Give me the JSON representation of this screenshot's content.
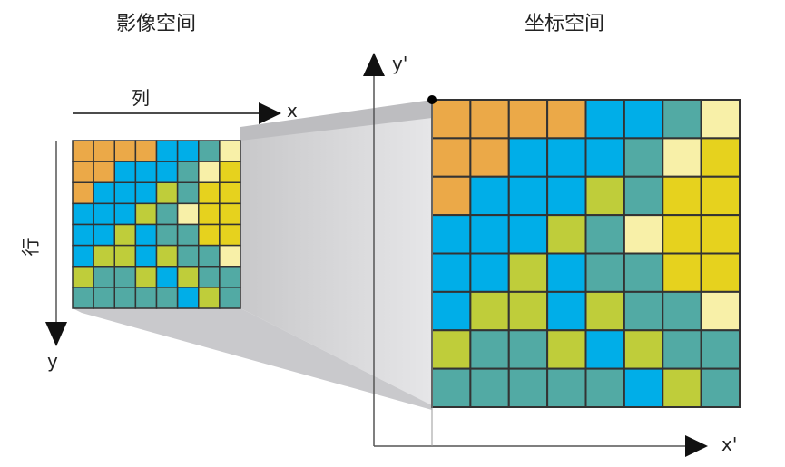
{
  "titles": {
    "image_space": "影像空间",
    "coordinate_space": "坐标空间"
  },
  "image_axes": {
    "column_label": "列",
    "row_label": "行",
    "x_label": "x",
    "y_label": "y"
  },
  "map_axes": {
    "x_label": "x'",
    "y_label": "y'"
  },
  "colors": {
    "O": "#eba948",
    "B": "#00aee8",
    "T": "#52aaa4",
    "P": "#f8f0a8",
    "Y": "#e6d21e",
    "G": "#bfcd3a"
  },
  "grid": [
    [
      "O",
      "O",
      "O",
      "O",
      "B",
      "B",
      "T",
      "P"
    ],
    [
      "O",
      "O",
      "B",
      "B",
      "B",
      "T",
      "P",
      "Y"
    ],
    [
      "O",
      "B",
      "B",
      "B",
      "G",
      "T",
      "Y",
      "Y"
    ],
    [
      "B",
      "B",
      "B",
      "G",
      "T",
      "P",
      "Y",
      "Y"
    ],
    [
      "B",
      "B",
      "G",
      "B",
      "T",
      "T",
      "Y",
      "Y"
    ],
    [
      "B",
      "G",
      "G",
      "B",
      "G",
      "T",
      "T",
      "P"
    ],
    [
      "G",
      "T",
      "T",
      "G",
      "B",
      "G",
      "T",
      "T"
    ],
    [
      "T",
      "T",
      "T",
      "T",
      "T",
      "B",
      "G",
      "T"
    ]
  ]
}
